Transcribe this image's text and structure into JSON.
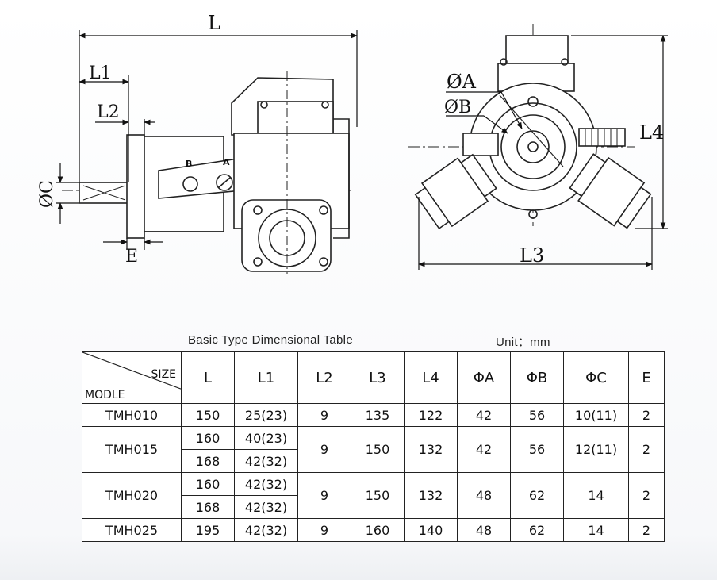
{
  "drawing": {
    "side_view": {
      "labels": {
        "L": "L",
        "L1": "L1",
        "L2": "L2",
        "C": "ØC",
        "E": "E",
        "port_b": "B",
        "port_a": "A"
      }
    },
    "front_view": {
      "labels": {
        "A": "ØA",
        "B": "ØB",
        "L3": "L3",
        "L4": "L4"
      }
    }
  },
  "table": {
    "caption": "Basic Type Dimensional Table",
    "unit": "Unit：mm",
    "corner": {
      "size": "SIZE",
      "modle": "MODLE"
    },
    "headers": [
      "L",
      "L1",
      "L2",
      "L3",
      "L4",
      "ΦA",
      "ΦB",
      "ΦC",
      "E"
    ],
    "rows": [
      {
        "model": "TMH010",
        "variants": [
          {
            "L": "150",
            "L1": "25(23)"
          }
        ],
        "L2": "9",
        "L3": "135",
        "L4": "122",
        "A": "42",
        "B": "56",
        "C": "10(11)",
        "E": "2"
      },
      {
        "model": "TMH015",
        "variants": [
          {
            "L": "160",
            "L1": "40(23)"
          },
          {
            "L": "168",
            "L1": "42(32)"
          }
        ],
        "L2": "9",
        "L3": "150",
        "L4": "132",
        "A": "42",
        "B": "56",
        "C": "12(11)",
        "E": "2"
      },
      {
        "model": "TMH020",
        "variants": [
          {
            "L": "160",
            "L1": "42(32)"
          },
          {
            "L": "168",
            "L1": "42(32)"
          }
        ],
        "L2": "9",
        "L3": "150",
        "L4": "132",
        "A": "48",
        "B": "62",
        "C": "14",
        "E": "2"
      },
      {
        "model": "TMH025",
        "variants": [
          {
            "L": "195",
            "L1": "42(32)"
          }
        ],
        "L2": "9",
        "L3": "160",
        "L4": "140",
        "A": "48",
        "B": "62",
        "C": "14",
        "E": "2"
      }
    ]
  }
}
